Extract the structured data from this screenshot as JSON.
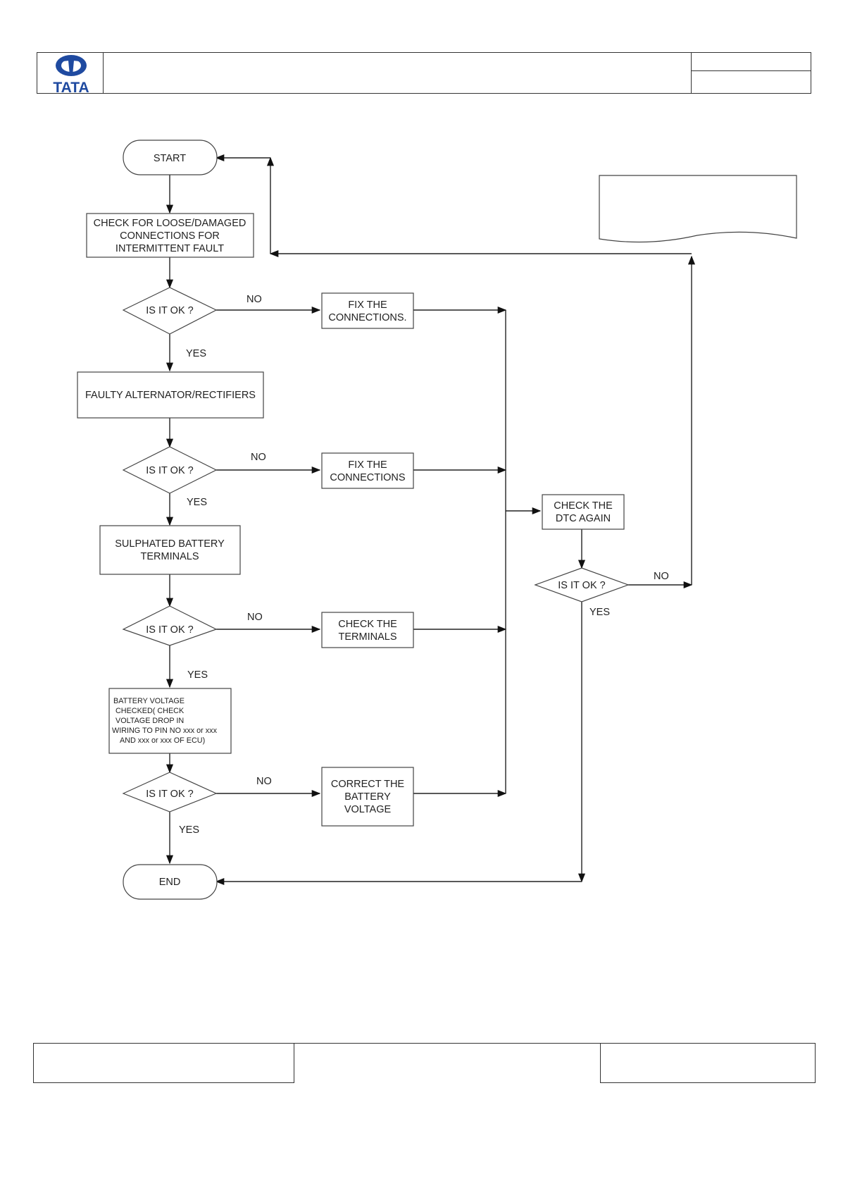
{
  "header": {
    "logo_text": "TATA",
    "brand_color": "#1f4aa0"
  },
  "flowchart": {
    "start": "START",
    "end": "END",
    "check_loose": [
      "CHECK FOR LOOSE/DAMAGED",
      "CONNECTIONS FOR",
      "INTERMITTENT FAULT"
    ],
    "faulty_alternator": "FAULTY ALTERNATOR/RECTIFIERS",
    "sulphated": [
      "SULPHATED BATTERY",
      "TERMINALS"
    ],
    "battery_voltage": [
      "BATTERY VOLTAGE",
      "CHECKED( CHECK",
      "VOLTAGE DROP IN",
      "WIRING TO PIN NO xxx or xxx",
      "AND xxx or xxx OF ECU)"
    ],
    "fix1": [
      "FIX THE",
      "CONNECTIONS."
    ],
    "fix2": [
      "FIX THE",
      "CONNECTIONS"
    ],
    "check_terminals": [
      "CHECK THE",
      "TERMINALS"
    ],
    "correct_voltage": [
      "CORRECT THE",
      "BATTERY",
      "VOLTAGE"
    ],
    "check_dtc": [
      "CHECK THE",
      "DTC AGAIN"
    ],
    "decision": "IS IT OK ?",
    "yes": "YES",
    "no": "NO"
  }
}
